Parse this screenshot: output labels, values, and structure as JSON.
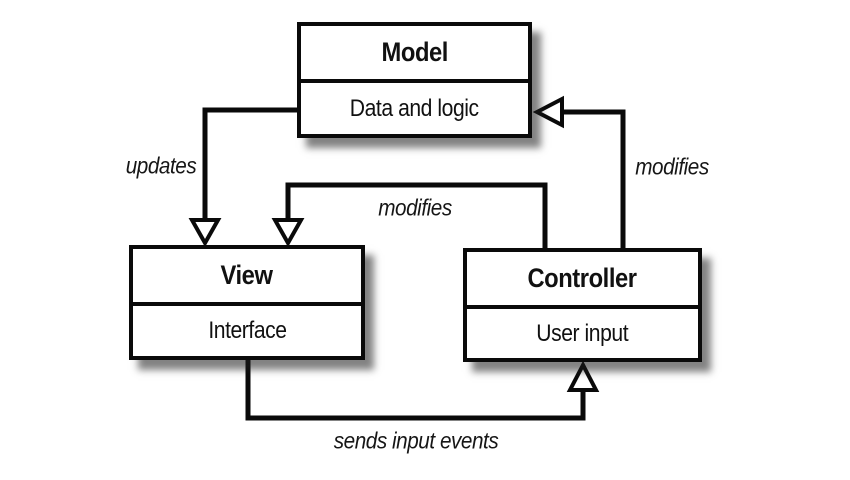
{
  "boxes": {
    "model": {
      "title": "Model",
      "subtitle": "Data and logic"
    },
    "view": {
      "title": "View",
      "subtitle": "Interface"
    },
    "controller": {
      "title": "Controller",
      "subtitle": "User input"
    }
  },
  "edges": [
    {
      "from": "Model",
      "to": "View",
      "label": "updates"
    },
    {
      "from": "Controller",
      "to": "View",
      "label": "modifies"
    },
    {
      "from": "Controller",
      "to": "Model",
      "label": "modifies"
    },
    {
      "from": "View",
      "to": "Controller",
      "label": "sends input events"
    }
  ],
  "colors": {
    "line": "#0a0a0a",
    "box_fill": "#ffffff",
    "background": "#ffffff",
    "shadow": "#8a8a8a",
    "text": "#111111"
  }
}
